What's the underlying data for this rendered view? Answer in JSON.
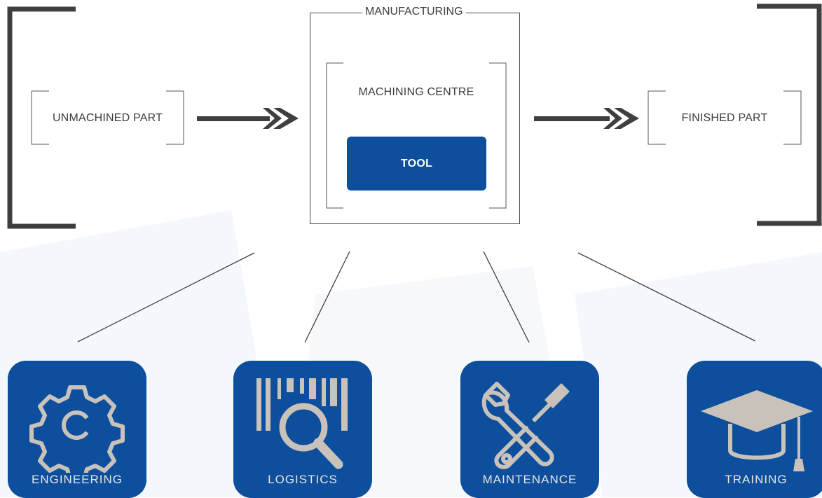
{
  "flow": {
    "input_label": "UNMACHINED PART",
    "manufacturing_title": "MANUFACTURING",
    "machining_centre_label": "MACHINING CENTRE",
    "tool_label": "TOOL",
    "output_label": "FINISHED PART"
  },
  "tiles": [
    {
      "label": "ENGINEERING",
      "icon": "gear-icon"
    },
    {
      "label": "LOGISTICS",
      "icon": "barcode-search-icon"
    },
    {
      "label": "MAINTENANCE",
      "icon": "wrench-screwdriver-icon"
    },
    {
      "label": "TRAINING",
      "icon": "graduation-cap-icon"
    }
  ],
  "colors": {
    "brand_blue": "#0d4f9c",
    "icon_fill": "#c9c2bb",
    "frame_dark": "#3f3f3f",
    "text": "#3c3c3c"
  }
}
